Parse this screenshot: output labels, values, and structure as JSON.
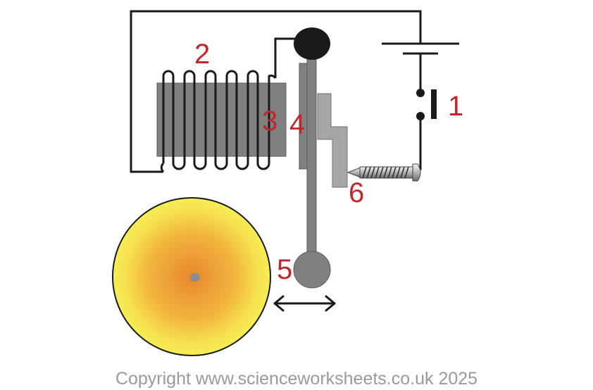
{
  "labels": {
    "push_switch": "1",
    "coil": "2",
    "iron_core": "3",
    "armature": "4",
    "hammer": "5",
    "contact_screw": "6"
  },
  "copyright": "Copyright www.scienceworksheets.co.uk 2025",
  "colors": {
    "label": "#c1272d",
    "wire": "#1a1a1a",
    "iron": "#808080",
    "gong_center": "#e8872e",
    "gong_edge": "#f5ec52"
  }
}
